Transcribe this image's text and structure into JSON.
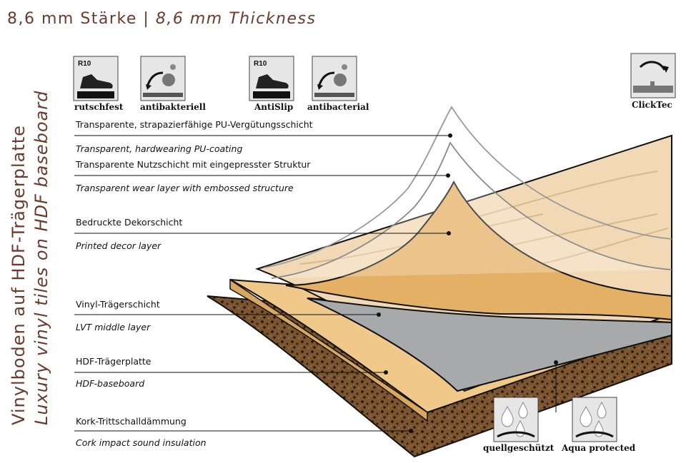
{
  "title": {
    "de": "8,6 mm Stärke |",
    "en": "8,6 mm Thickness"
  },
  "vertical": {
    "line1": "Vinylboden auf HDF-Trägerplatte",
    "line2": "Luxury vinyl tiles on HDF baseboard"
  },
  "icons": {
    "rutschfest": {
      "caption": "rutschfest",
      "badge": "R10",
      "icon": "anti-slip-shoe-icon"
    },
    "antibakteriell": {
      "caption": "antibakteriell",
      "icon": "antibacterial-icon"
    },
    "antislip": {
      "caption": "AntiSlip",
      "badge": "R10",
      "icon": "anti-slip-shoe-icon"
    },
    "antibacterial": {
      "caption": "antibacterial",
      "icon": "antibacterial-icon"
    },
    "clicktec": {
      "caption": "ClickTec",
      "icon": "click-joint-icon"
    },
    "quellgeschuetzt": {
      "caption": "quellgeschützt",
      "icon": "water-drops-icon"
    },
    "aqua": {
      "caption": "Aqua protected",
      "icon": "water-drops-icon"
    }
  },
  "layers": [
    {
      "de": "Transparente, strapazierfähige PU-Vergütungsschicht",
      "en": "Transparent, hardwearing PU-coating"
    },
    {
      "de": "Transparente Nutzschicht mit eingepresster Struktur",
      "en": "Transparent wear layer with embossed structure"
    },
    {
      "de": "Bedruckte Dekorschicht",
      "en": "Printed decor layer"
    },
    {
      "de": "Vinyl-Trägerschicht",
      "en": "LVT middle layer"
    },
    {
      "de": "HDF-Trägerplatte",
      "en": "HDF-baseboard"
    },
    {
      "de": "Kork-Trittschalldämmung",
      "en": "Cork impact sound insulation"
    }
  ],
  "colors": {
    "title": "#6b3a2a",
    "cork": "#6b4a2a",
    "hdf": "#f0c98a",
    "vinyl": "#a7a9ab",
    "decor": "#e3b065",
    "wood": "#f2d9b5"
  }
}
